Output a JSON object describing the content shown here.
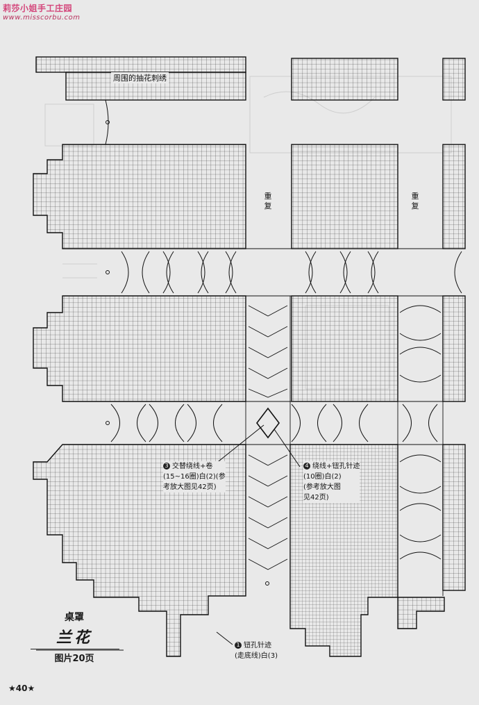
{
  "watermark": {
    "name": "莉莎小姐手工庄园",
    "url": "www.misscorbu.com"
  },
  "labels": {
    "border_embroidery": "周围的抽花刺绣",
    "repeat_left": "重复",
    "repeat_right": "重复"
  },
  "notes": [
    {
      "num": "3",
      "lines": [
        "交替绕线+卷",
        "(15~16圈)白(2)(参",
        "考放大图见42页)"
      ]
    },
    {
      "num": "4",
      "lines": [
        "绕线+钮孔针迹",
        "(10圈)白(2)",
        "(参考放大图",
        "见42页)"
      ]
    },
    {
      "num": "1",
      "lines": [
        "钮孔针迹",
        "(走底线)白(3)"
      ]
    }
  ],
  "title": {
    "category": "桌罩",
    "name": "兰花",
    "ref": "图片20页"
  },
  "page_number": "★40★",
  "colors": {
    "watermark": "#d4457a",
    "paper": "#e9e9e9",
    "ink": "#1a1a1a"
  }
}
